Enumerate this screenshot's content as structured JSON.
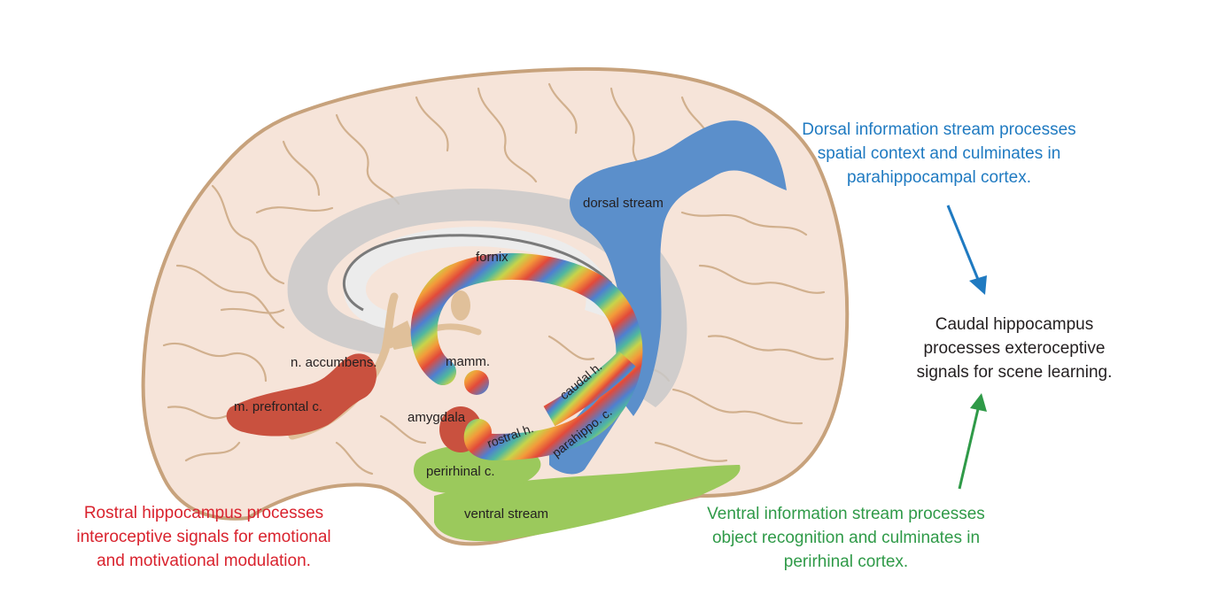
{
  "colors": {
    "cortex_fill": "#f6e4d9",
    "cortex_outline": "#c7a27c",
    "dorsal": "#5b8fcb",
    "ventral": "#9bc95c",
    "rostral": "#c9513f",
    "dorsal_text": "#1f7ac1",
    "ventral_text": "#2f9a48",
    "rostral_text": "#d9232e",
    "caudal_text": "#231f20"
  },
  "icons": [
    "brain-sagittal-illustration",
    "arrow-down-icon",
    "arrow-up-icon"
  ],
  "labels": {
    "dorsal_stream": "dorsal stream",
    "fornix": "fornix",
    "mamm": "mamm.",
    "n_accumbens": "n. accumbens.",
    "m_prefrontal": "m. prefrontal c.",
    "amygdala": "amygdala",
    "caudal_h": "caudal h.",
    "rostral_h": "rostral h.",
    "parahippo": "parahippo. c.",
    "perirhinal": "perirhinal c.",
    "ventral_stream": "ventral stream"
  },
  "notes": {
    "dorsal": [
      "Dorsal information stream processes",
      "spatial context and culminates in",
      "parahippocampal cortex."
    ],
    "caudal": [
      "Caudal hippocampus",
      "processes exteroceptive",
      "signals for scene learning."
    ],
    "ventral": [
      "Ventral information stream processes",
      "object recognition and culminates in",
      "perirhinal cortex."
    ],
    "rostral": [
      "Rostral hippocampus processes",
      "interoceptive signals for emotional",
      "and motivational modulation."
    ]
  }
}
